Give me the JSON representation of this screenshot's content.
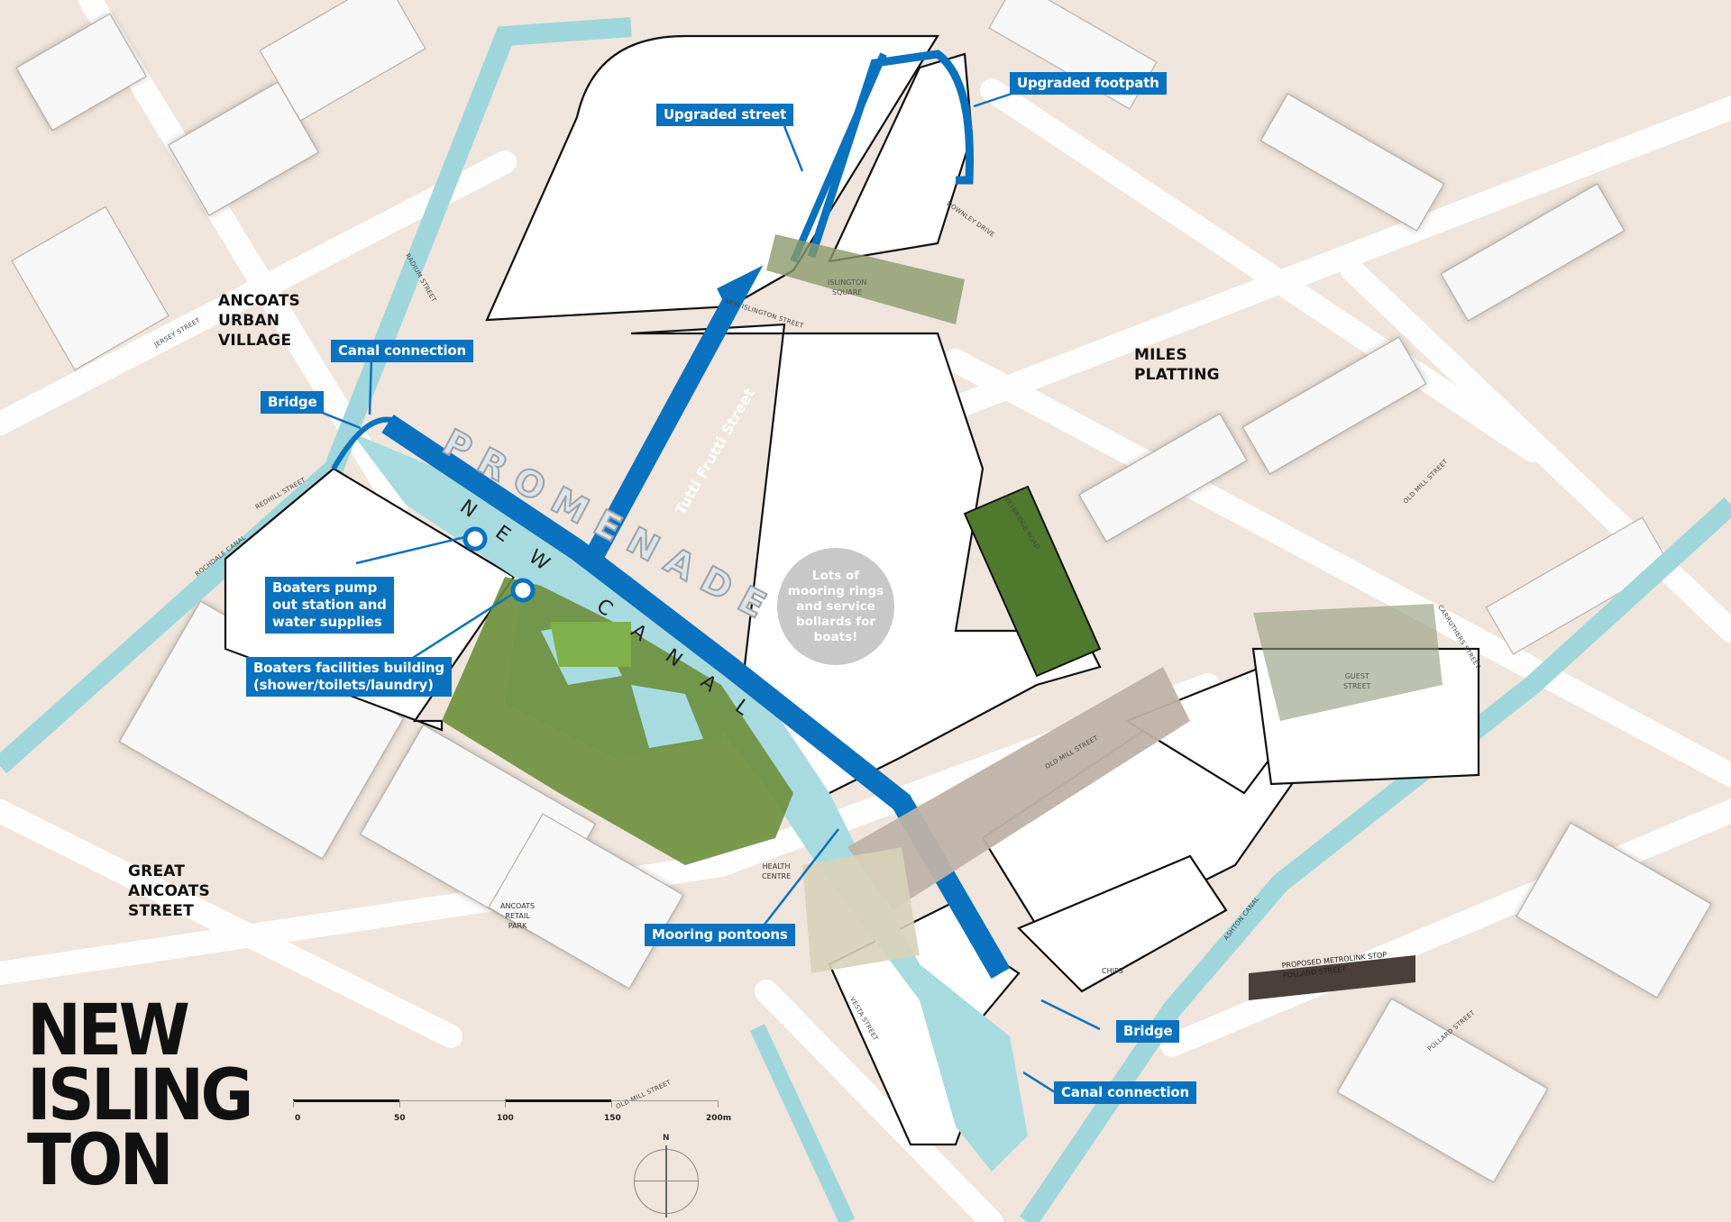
{
  "map": {
    "title_logo": "NEW\nISLING\nTON",
    "colors": {
      "accent_blue": "#0a72bf",
      "canal_water": "#a8dbe0",
      "land_beige": "#efe5dc",
      "building_white": "#ffffff",
      "bubble_grey": "#c8c8c8",
      "green_space": "#6a9a3a"
    },
    "area_labels": {
      "ancoats_urban_village": "ANCOATS\nURBAN\nVILLAGE",
      "miles_platting": "MILES\nPLATTING",
      "great_ancoats_street": "GREAT\nANCOATS\nSTREET"
    },
    "feature_labels": {
      "promenade": "PROMENADE",
      "new_canal": "NEW CANAL",
      "tutti_frutti_street": "Tutti Frutti Street"
    },
    "callouts": {
      "upgraded_street": "Upgraded street",
      "upgraded_footpath": "Upgraded footpath",
      "canal_connection_north": "Canal connection",
      "bridge_north": "Bridge",
      "boaters_pump": "Boaters pump\nout station and\nwater supplies",
      "boaters_facilities": "Boaters facilities building\n(shower/toilets/laundry)",
      "mooring_pontoons": "Mooring pontoons",
      "bridge_south": "Bridge",
      "canal_connection_south": "Canal connection"
    },
    "info_bubble": "Lots of\nmooring rings\nand service\nbollards for\nboats!",
    "small_labels": {
      "health_centre": "HEALTH\nCENTRE",
      "ancoats_retail_park": "ANCOATS\nRETAIL\nPARK",
      "chips": "CHIPS",
      "islington_square": "ISLINGTON\nSQUARE",
      "guest_street": "GUEST\nSTREET",
      "proposed_metrolink": "PROPOSED METROLINK STOP\nPOLLARD STREET"
    },
    "street_names": {
      "jersey_street": "JERSEY STREET",
      "radium_street": "RADIUM STREET",
      "redhill_street": "REDHILL STREET",
      "rochdale_canal": "ROCHDALE CANAL",
      "downley_drive": "DOWNLEY DRIVE",
      "new_islington_street": "NEW ISLINGTON STREET",
      "weybridge_road": "WEYBRIDGE ROAD",
      "old_mill_street_ne": "OLD MILL STREET",
      "old_mill_street_centre": "OLD MILL STREET",
      "old_mill_street_sw": "OLD MILL STREET",
      "carruthers_street": "CARRUTHERS STREET",
      "ashton_canal": "ASHTON CANAL",
      "vesta_street": "VESTA STREET",
      "pollard_street": "POLLARD STREET"
    },
    "scale_bar": {
      "ticks": [
        "0",
        "50",
        "100",
        "150",
        "200m"
      ]
    },
    "compass": {
      "north_label": "N"
    }
  }
}
